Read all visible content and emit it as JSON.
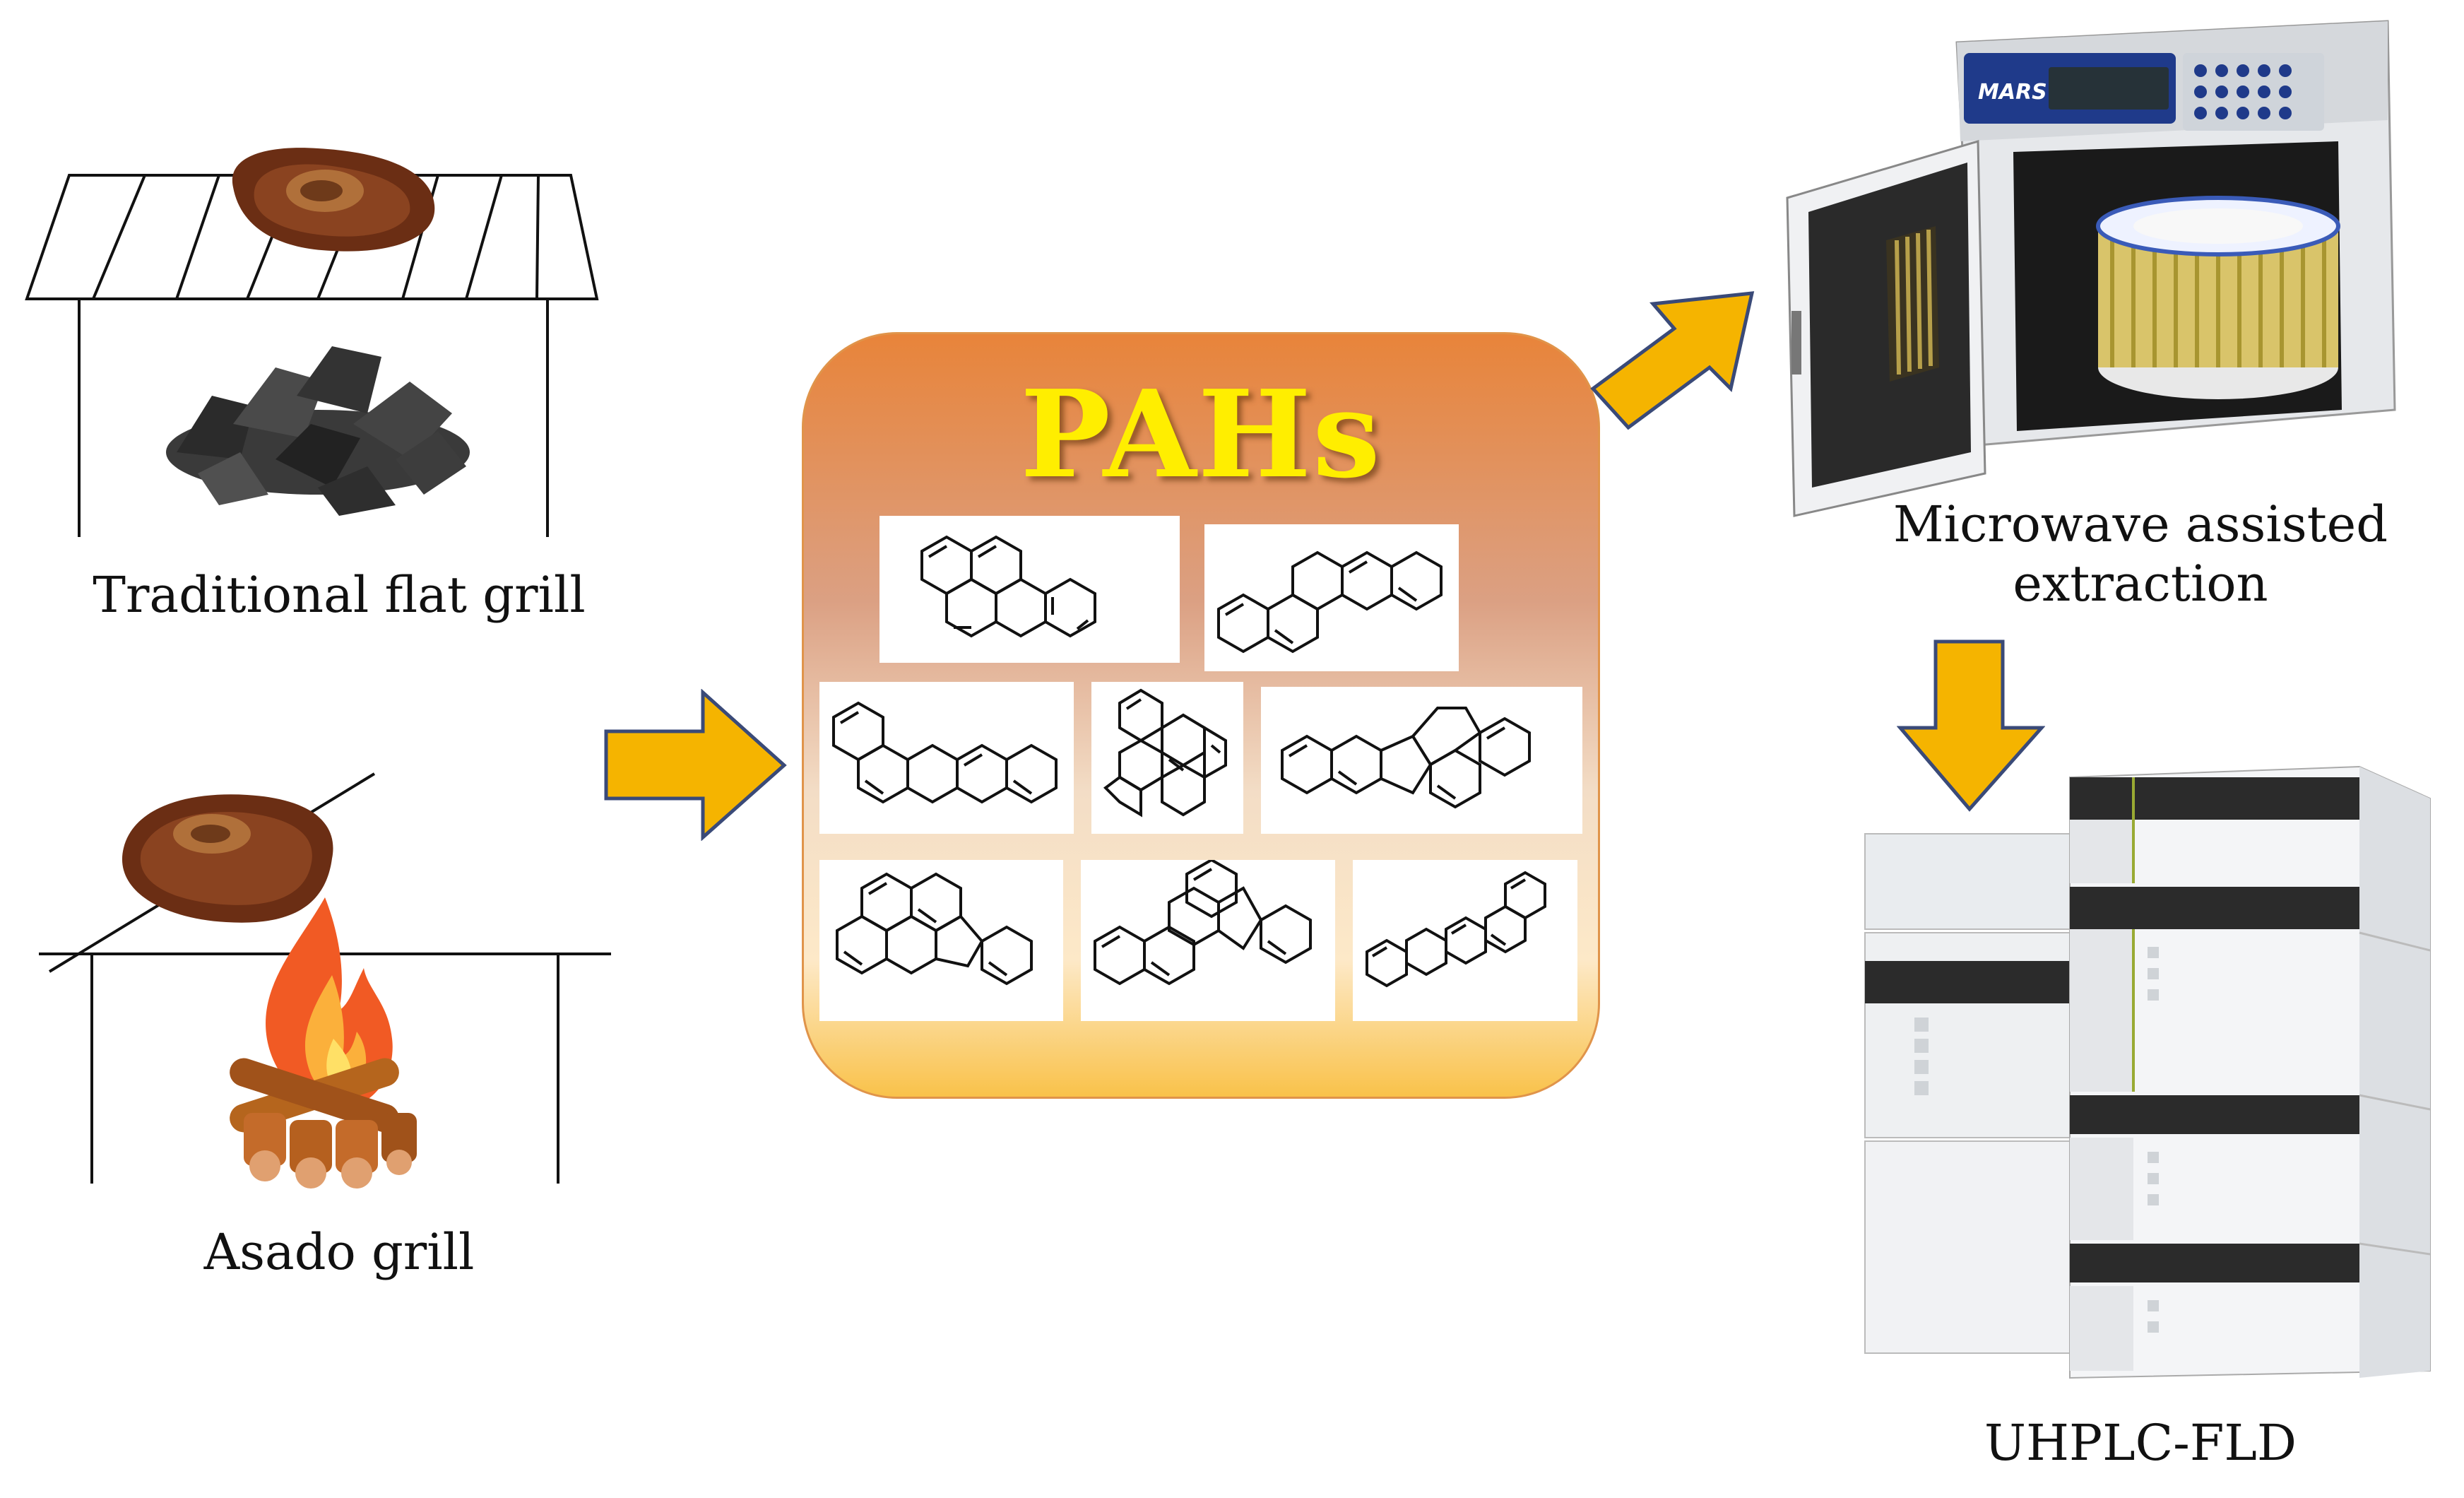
{
  "labels": {
    "flat_grill": "Traditional flat grill",
    "asado_grill": "Asado grill",
    "pahs_title": "PAHs",
    "microwave": "Microwave assisted\nextraction",
    "uhplc": "UHPLC-FLD",
    "microwave_brand": "MARS"
  },
  "colors": {
    "arrow_fill": "#f5b400",
    "arrow_stroke": "#3a4a78",
    "pahs_title": "#ffee00",
    "box_top": "#e8843a",
    "box_bottom": "#f9c24a"
  }
}
